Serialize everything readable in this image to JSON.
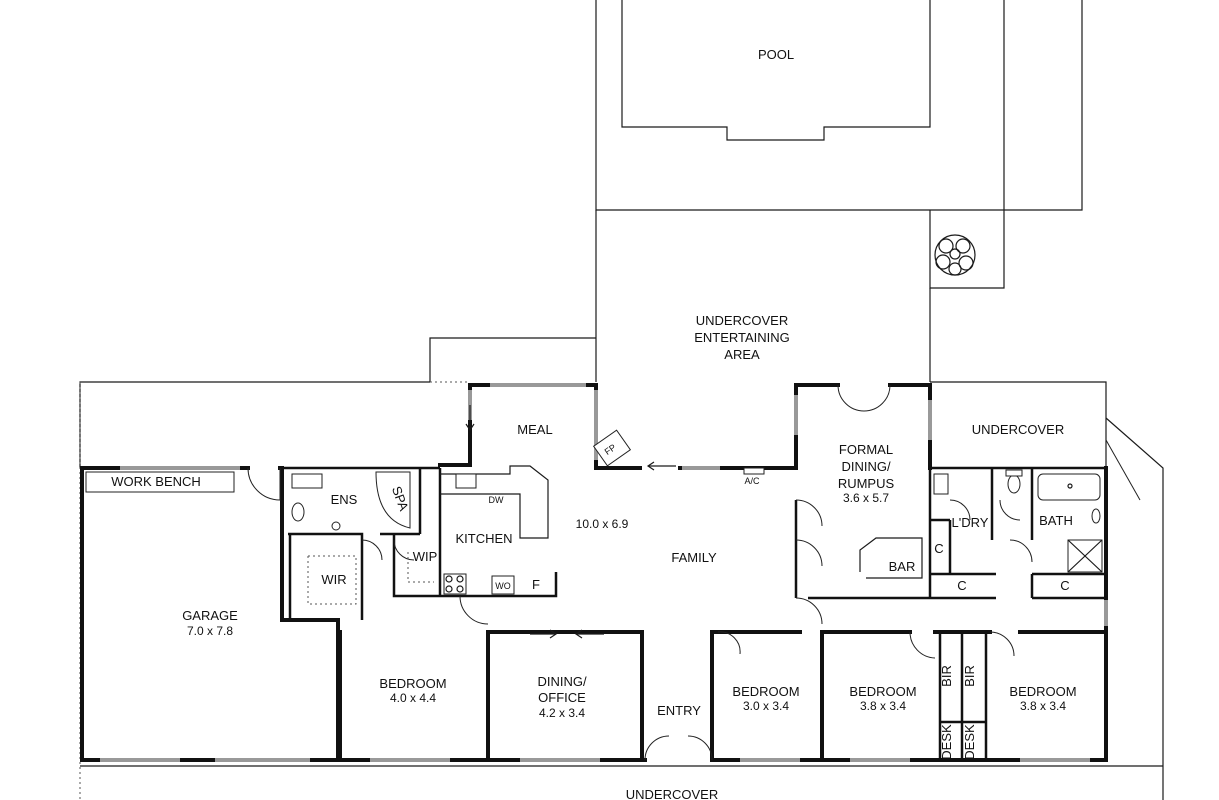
{
  "rooms": {
    "pool": "POOL",
    "undercover_entertaining": [
      "UNDERCOVER",
      "ENTERTAINING",
      "AREA"
    ],
    "meal": "MEAL",
    "fireplace": "FP",
    "undercover_side": "UNDERCOVER",
    "formal_dining": [
      "FORMAL",
      "DINING/",
      "RUMPUS"
    ],
    "formal_dining_dim": "3.6 x 5.7",
    "work_bench": "WORK BENCH",
    "ens": "ENS",
    "spa": "SPA",
    "dw": "DW",
    "kitchen": "KITCHEN",
    "wip": "WIP",
    "wir": "WIR",
    "wo": "WO",
    "fridge": "F",
    "family_dim": "10.0 x 6.9",
    "family": "FAMILY",
    "ac": "A/C",
    "bar": "BAR",
    "laundry": "L'DRY",
    "bath": "BATH",
    "cupboard": "C",
    "garage": "GARAGE",
    "garage_dim": "7.0 x 7.8",
    "bedroom": "BEDROOM",
    "bed1_dim": "4.0 x 4.4",
    "dining_office": [
      "DINING/",
      "OFFICE"
    ],
    "dining_office_dim": "4.2 x 3.4",
    "entry": "ENTRY",
    "bed2_dim": "3.0 x 3.4",
    "bed3_dim": "3.8 x 3.4",
    "bed4_dim": "3.8 x 3.4",
    "bir": "BIR",
    "desk": "DESK",
    "undercover_front": "UNDERCOVER"
  }
}
